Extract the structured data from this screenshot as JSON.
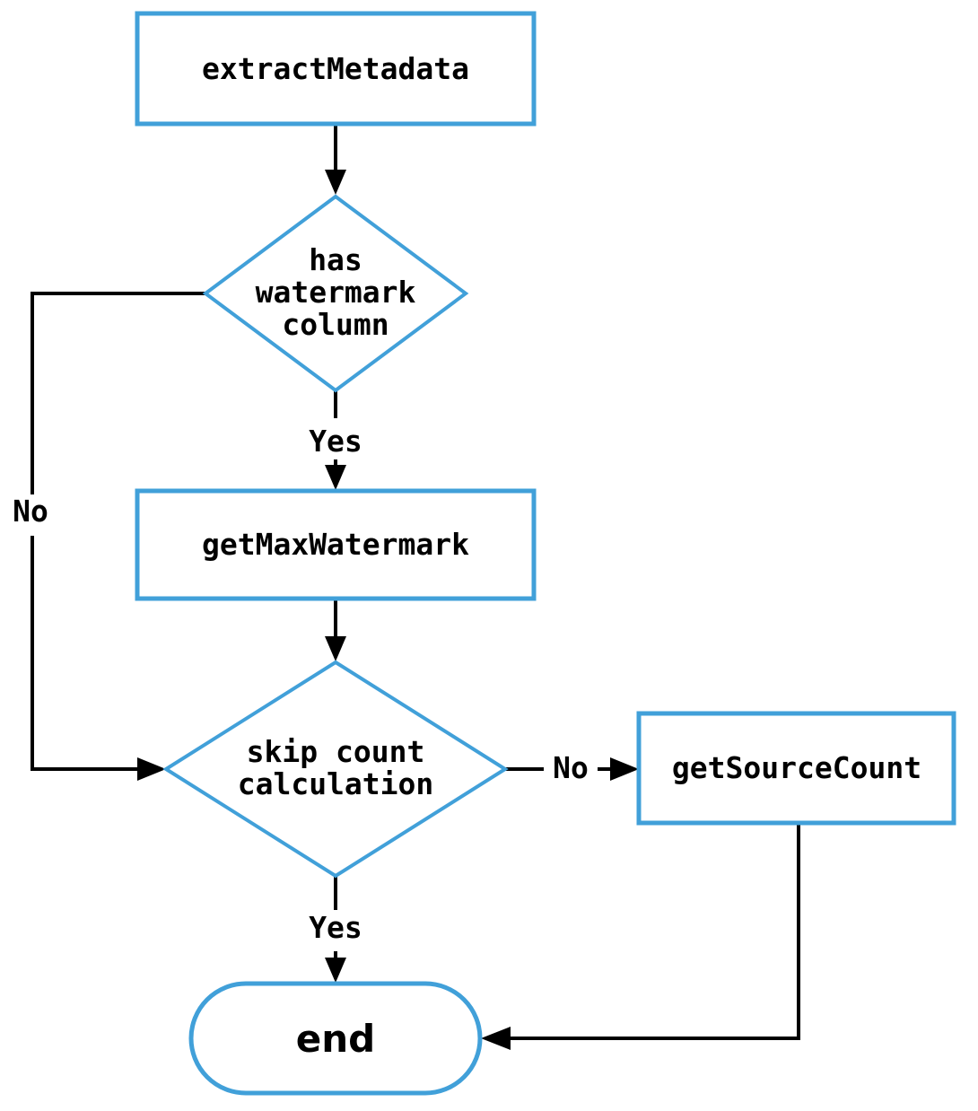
{
  "diagram": {
    "type": "flowchart",
    "direction": "top-down",
    "colors": {
      "node_border": "#41a0d9",
      "node_fill": "#ffffff",
      "edge_line": "#000000",
      "text": "#000000",
      "background": "#ffffff"
    },
    "nodes": [
      {
        "id": "extractMetadata",
        "shape": "process",
        "label": "extractMetadata"
      },
      {
        "id": "hasWatermarkColumn",
        "shape": "decision",
        "label": "has watermark column",
        "lines": [
          "has",
          "watermark",
          "column"
        ]
      },
      {
        "id": "getMaxWatermark",
        "shape": "process",
        "label": "getMaxWatermark"
      },
      {
        "id": "skipCountCalculation",
        "shape": "decision",
        "label": "skip count calculation",
        "lines": [
          "skip count",
          "calculation"
        ]
      },
      {
        "id": "getSourceCount",
        "shape": "process",
        "label": "getSourceCount"
      },
      {
        "id": "end",
        "shape": "terminator",
        "label": "end"
      }
    ],
    "edges": [
      {
        "from": "extractMetadata",
        "to": "hasWatermarkColumn",
        "label": ""
      },
      {
        "from": "hasWatermarkColumn",
        "to": "getMaxWatermark",
        "label": "Yes"
      },
      {
        "from": "hasWatermarkColumn",
        "to": "skipCountCalculation",
        "label": "No"
      },
      {
        "from": "getMaxWatermark",
        "to": "skipCountCalculation",
        "label": ""
      },
      {
        "from": "skipCountCalculation",
        "to": "getSourceCount",
        "label": "No"
      },
      {
        "from": "skipCountCalculation",
        "to": "end",
        "label": "Yes"
      },
      {
        "from": "getSourceCount",
        "to": "end",
        "label": ""
      }
    ]
  }
}
